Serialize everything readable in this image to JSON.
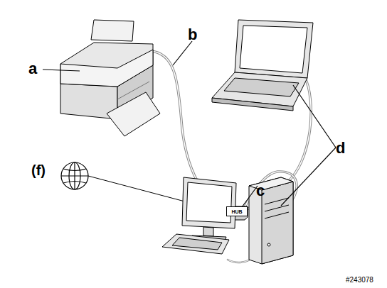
{
  "diagram": {
    "nodes": [
      {
        "text": [
          "HUB"
        ]
      }
    ],
    "labels": [
      "a",
      "b",
      "c",
      "d",
      "(f)",
      "#243078"
    ]
  }
}
